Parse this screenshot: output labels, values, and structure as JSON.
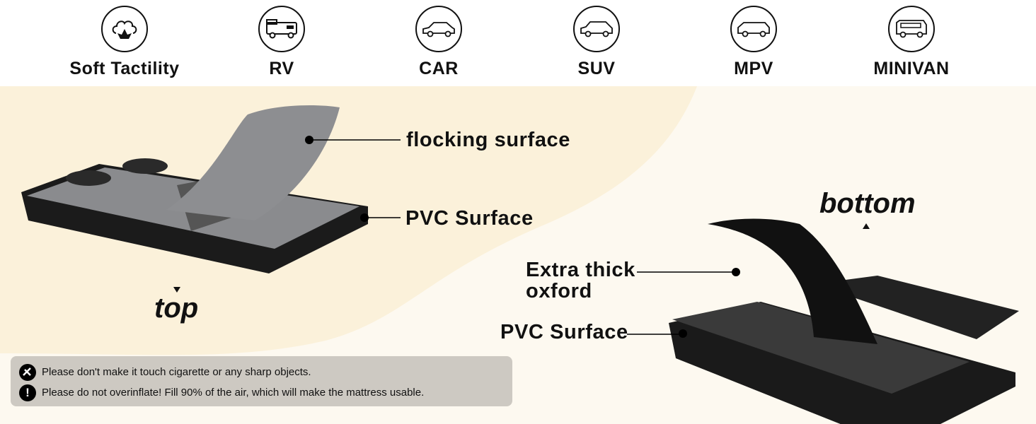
{
  "features": [
    {
      "label": "Soft Tactility",
      "icon": "cotton-icon"
    },
    {
      "label": "RV",
      "icon": "rv-icon"
    },
    {
      "label": "CAR",
      "icon": "car-icon"
    },
    {
      "label": "SUV",
      "icon": "suv-icon"
    },
    {
      "label": "MPV",
      "icon": "mpv-icon"
    },
    {
      "label": "MINIVAN",
      "icon": "minivan-icon"
    }
  ],
  "top_side": {
    "title": "top",
    "layer1": "flocking surface",
    "layer2": "PVC Surface"
  },
  "bottom_side": {
    "title": "bottom",
    "layer1_line1": "Extra thick",
    "layer1_line2": "oxford",
    "layer2": "PVC Surface"
  },
  "warnings": [
    {
      "icon": "no-sharp-objects-icon",
      "text": "Please don't make it touch cigarette or any sharp objects."
    },
    {
      "icon": "exclamation-icon",
      "glyph": "!",
      "text": "Please do not overinflate!  Fill 90% of the air, which will make the mattress usable."
    }
  ],
  "colors": {
    "cream": "#fbf1da",
    "background": "#fdf9f0",
    "warning_box": "#cdc9c2"
  }
}
